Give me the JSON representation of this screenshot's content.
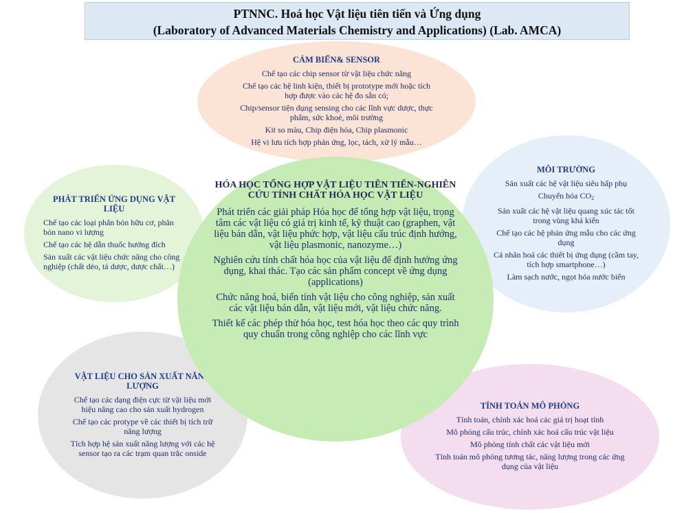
{
  "title": {
    "line1": "PTNNC. Hoá học Vật liệu tiên tiến và Ứng dụng",
    "line2": "(Laboratory of Advanced Materials Chemistry and Applications) (Lab. AMCA)"
  },
  "sensor": {
    "heading": "CẢM BIẾN& SENSOR",
    "items": [
      "Chế tạo các chip sensor từ vật liệu  chức năng",
      "Chế tạo các hệ linh kiện, thiết bị prototype mới hoặc tích hợp được vào các hệ đo sẵn có;",
      "Chip/sensor tiện dụng sensing cho các lĩnh vực dược, thực phẩm, sức khoẻ, môi trường",
      "Kit so màu, Chip điện hóa, Chip plasmonic",
      "Hệ vi lưu tích hợp phản ứng, lọc, tách, xử lý mẫu…"
    ]
  },
  "development": {
    "heading": "PHÁT TRIỂN ỨNG DỤNG VẬT LIỆU",
    "items": [
      "Chế tạo các loại phân bón hữu cơ, phân bón nano vi lượng",
      "Chế tạo các hệ dẫn thuốc hướng đích",
      "Sản xuất các vật liệu  chức năng cho công nghiệp (chất dẻo, tá dược, dược chất…)"
    ]
  },
  "environment": {
    "heading": "MÔI TRƯỜNG",
    "items": [
      "Sản xuất các hệ vật liệu  siêu hấp phụ",
      "Chuyển hóa CO",
      "Sản xuất các hệ vật liệu  quang xúc tác tốt trong vùng khả kiến",
      "Chế tạo các hệ phản ứng mẫu cho các ứng dụng",
      "Cá nhân hoá các thiết bị ứng dụng (cầm tay, tích hợp smartphone…)",
      "Làm sạch nước, ngọt hóa nước biển"
    ],
    "co2_subscript": "2"
  },
  "core": {
    "heading": "HÓA HỌC TỔNG HỢP VẬT LIỆU TIÊN TIẾN-NGHIÊN CỨU TÍNH CHẤT HÓA HỌC VẬT LIỆU",
    "items": [
      "Phát triển các giải pháp Hóa học để tổng hợp vật liệu, trọng tâm các vật liệu có giá trị kinh tế, kỹ thuật cao (graphen, vật liệu bán dẫn, vật liệu phức hợp, vật liệu cấu trúc định hướng, vật liệu plasmonic, nanozyme…)",
      "Nghiên cứu tính chất hóa học của vật liệu để định hướng ứng dụng, khai thác. Tạo các sản phẩm concept về ứng dụng (applications)",
      "Chức năng hoá, biến tính vật liệu cho công nghiệp, sản xuất các vật liệu bán dẫn, vật liệu mới, vật liệu chức năng.",
      "Thiết kế các phép thử hóa học, test hóa học theo các quy trình quy chuẩn trong công nghiệp cho các lĩnh vực"
    ]
  },
  "energy": {
    "heading": "VẬT LIỆU CHO SẢN XUẤT NĂNG LƯỢNG",
    "items": [
      "Chế tạo các dạng điện cực từ vật liệu mới hiệu năng cao cho sản xuất hydrogen",
      "Chế tạo các protype về các thiết  bị tích trữ năng lượng",
      "Tích hợp hệ sản xuất năng lượng với các hệ sensor tạo ra các trạm quan trắc onside"
    ]
  },
  "simulation": {
    "heading": "TÍNH TOÁN MÔ PHỎNG",
    "items": [
      "Tính toán, chính xác hoá các giá trị hoạt tính",
      "Mô phỏng cấu trúc, chính xác hoá cấu trúc vật liệu",
      "Mô phỏng tính chất các vật liệu  mới",
      "Tính toán mô phỏng tương tác, năng lượng trong các ứng dụng của vật liệu"
    ]
  },
  "colors": {
    "sensor": "#fbe3d6",
    "development": "#e3f4d9",
    "environment": "#e6eff9",
    "core": "#c7ebb4",
    "energy": "#e5e5e5",
    "simulation": "#f4ddef",
    "title_bg": "#dde8f5"
  }
}
